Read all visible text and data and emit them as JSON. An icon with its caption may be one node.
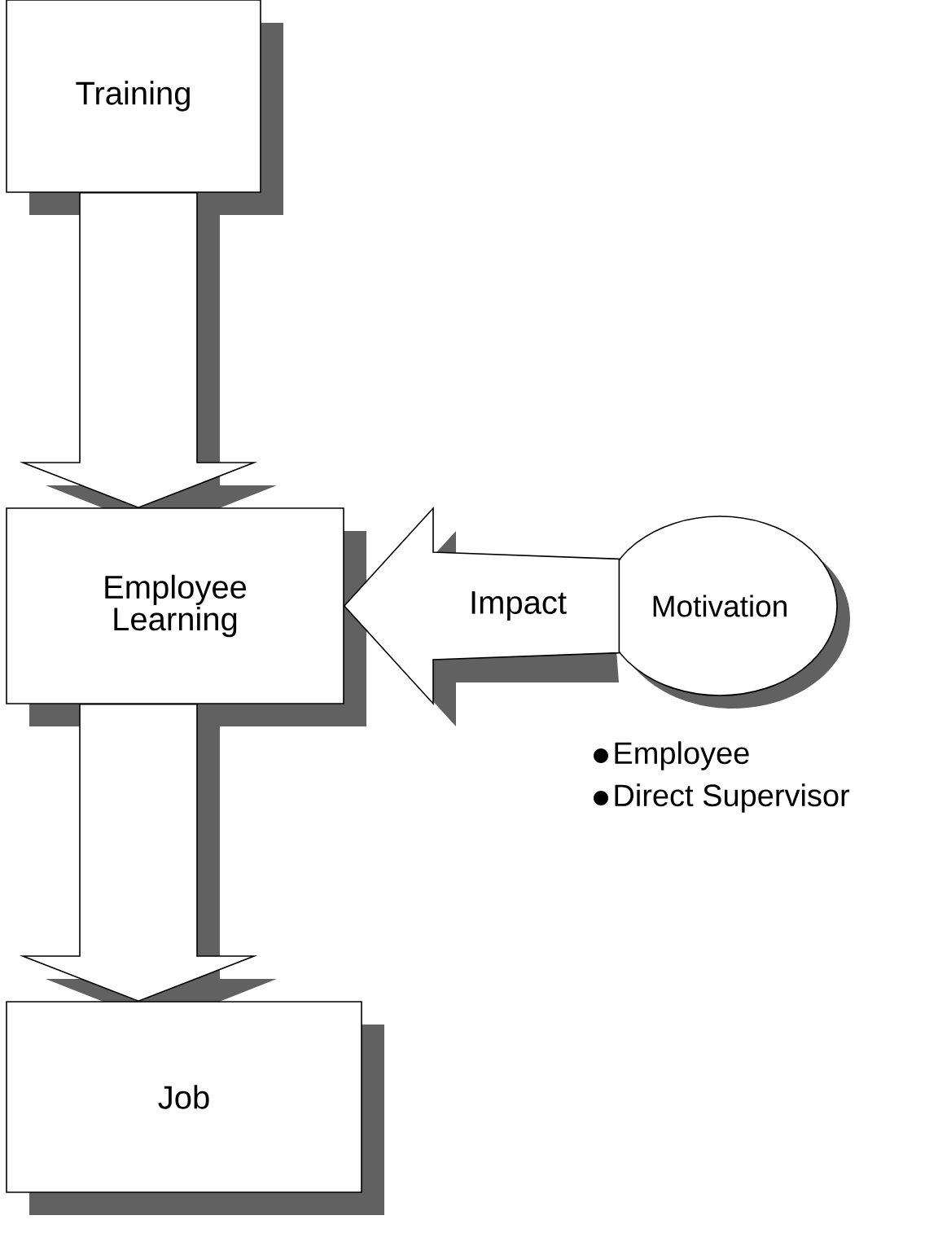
{
  "diagram": {
    "nodes": [
      {
        "text": [
          "Training"
        ]
      },
      {
        "text": [
          "Employee Learning"
        ]
      },
      {
        "text": [
          "Job"
        ]
      },
      {
        "text": [
          "Motivation"
        ]
      }
    ],
    "edges": [
      {
        "from": 0,
        "to": 1,
        "arrow": "to"
      },
      {
        "from": 1,
        "to": 2,
        "arrow": "to"
      },
      {
        "from": 3,
        "to": 1,
        "arrow": "to",
        "label": "Impact"
      }
    ],
    "labels": [
      "Employee",
      "Direct Supervisor"
    ]
  }
}
